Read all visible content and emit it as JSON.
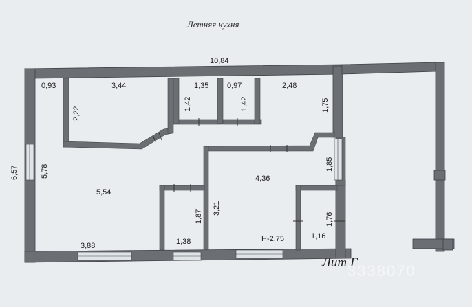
{
  "title": "Летняя кухня",
  "lit_label": "Лит Г",
  "watermark": "3338070",
  "colors": {
    "paper": "#e9edf0",
    "wall": "#6b6f74",
    "wall_edge": "#3f4246",
    "window": "#dfe4e8"
  },
  "dimensions": {
    "overall_width": "10,84",
    "overall_height": "6,57",
    "d_093": "0,93",
    "d_344": "3,44",
    "d_222": "2,22",
    "d_135": "1,35",
    "d_142a": "1,42",
    "d_097": "0,97",
    "d_142b": "1,42",
    "d_248": "2,48",
    "d_175": "1,75",
    "d_578": "5,78",
    "d_554": "5,54",
    "d_436": "4,36",
    "d_185": "1,85",
    "d_321": "3,21",
    "d_187": "1,87",
    "d_176": "1,76",
    "d_388": "3,88",
    "d_138": "1,38",
    "d_h275": "H-2,75",
    "d_116": "1,16"
  }
}
